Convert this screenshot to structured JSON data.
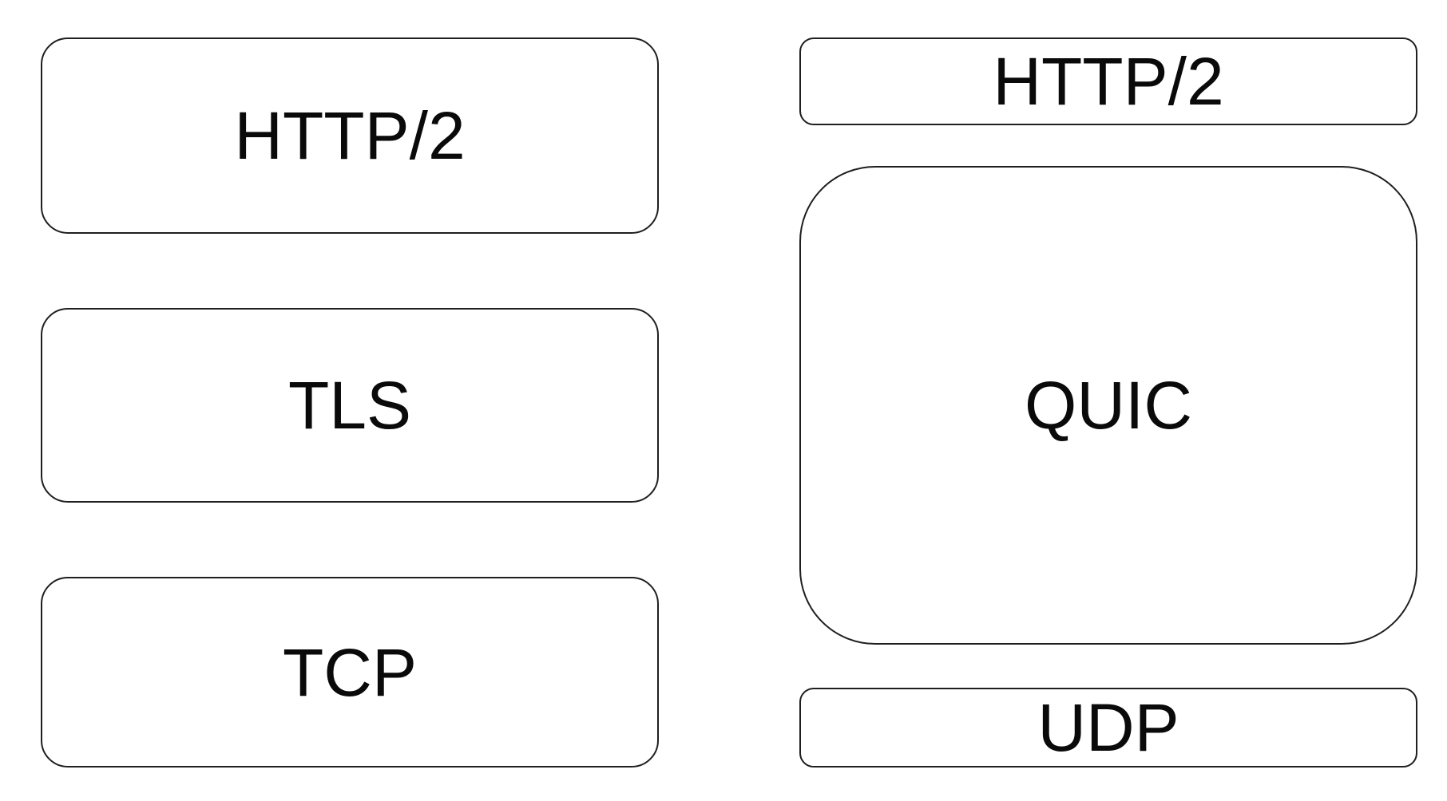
{
  "diagram": {
    "stacks": [
      {
        "id": "tcp-stack",
        "layers": [
          {
            "label": "HTTP/2"
          },
          {
            "label": "TLS"
          },
          {
            "label": "TCP"
          }
        ]
      },
      {
        "id": "quic-stack",
        "layers": [
          {
            "label": "HTTP/2"
          },
          {
            "label": "QUIC"
          },
          {
            "label": "UDP"
          }
        ]
      }
    ],
    "colors": {
      "background": "#ffffff",
      "border": "#1f1f1f",
      "text": "#0a0a0a"
    }
  }
}
